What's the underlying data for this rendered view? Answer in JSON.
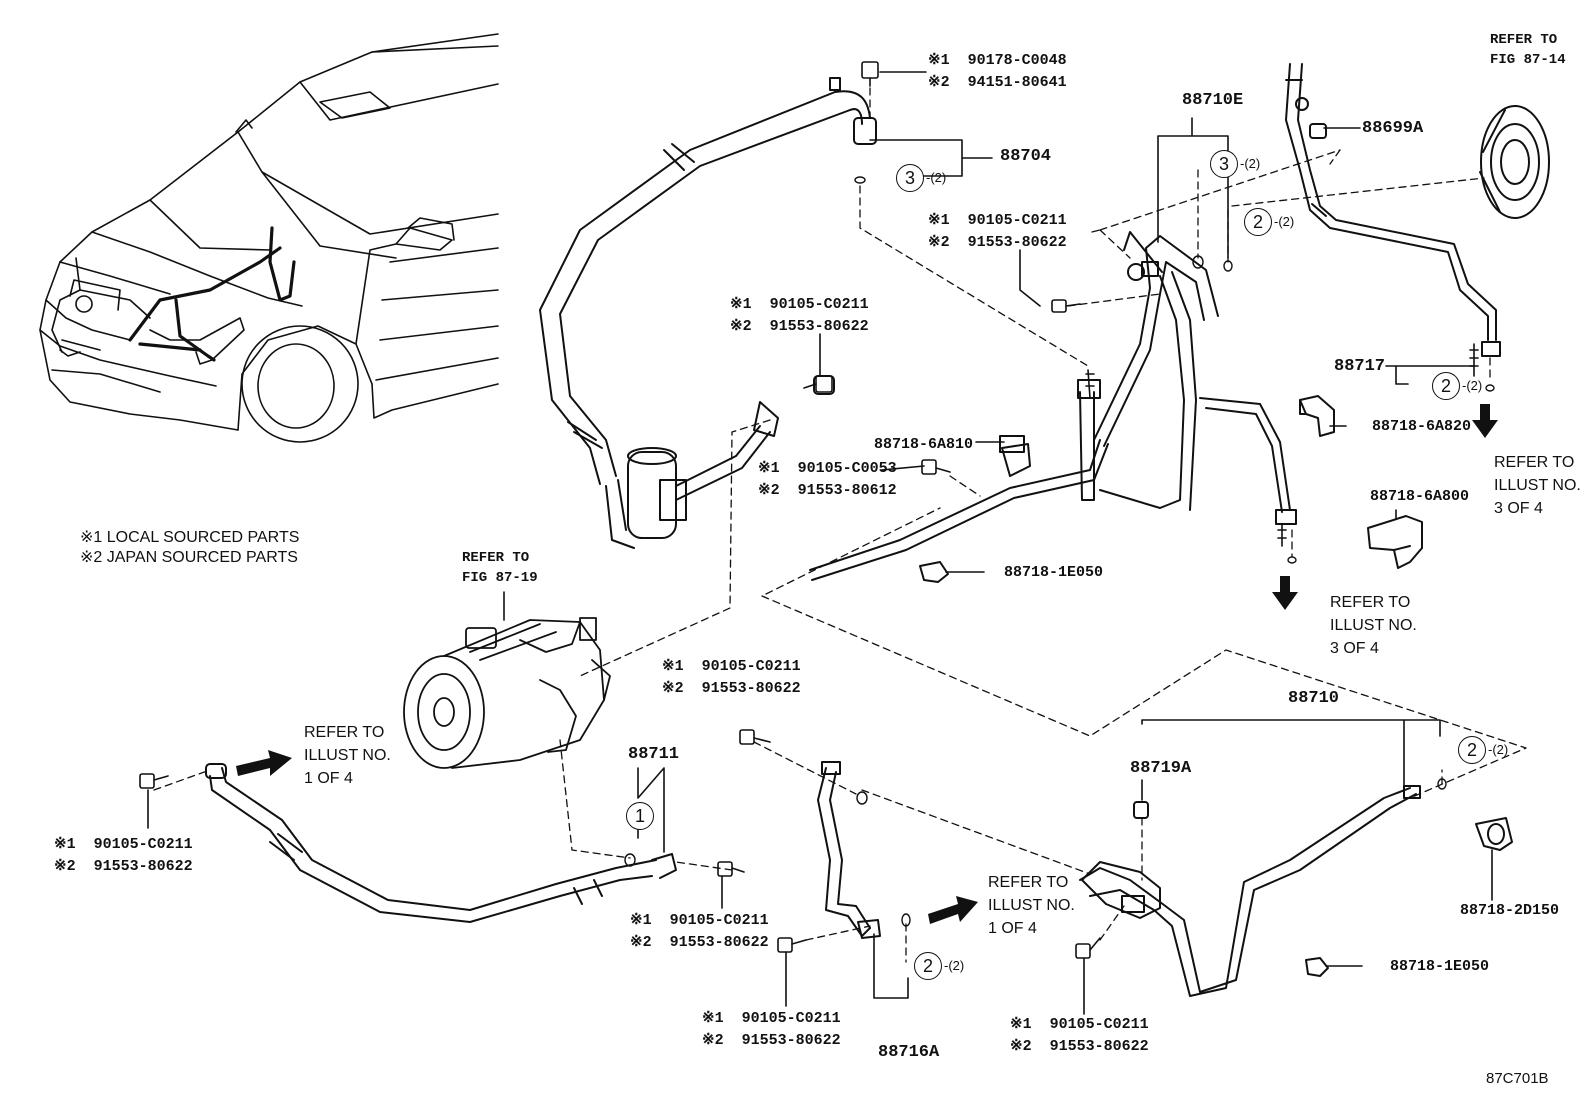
{
  "legend": {
    "local": "※1 LOCAL SOURCED PARTS",
    "japan": "※2 JAPAN SOURCED PARTS"
  },
  "refers": {
    "fig_87_14": [
      "REFER TO",
      "FIG 87-14"
    ],
    "fig_87_19": [
      "REFER TO",
      "FIG 87-19"
    ],
    "illust_3_right": [
      "REFER TO",
      "ILLUST NO.",
      "3 OF 4"
    ],
    "illust_3_mid": [
      "REFER TO",
      "ILLUST NO.",
      "3 OF 4"
    ],
    "illust_1_left": [
      "REFER TO",
      "ILLUST NO.",
      "1 OF 4"
    ],
    "illust_1_bottom": [
      "REFER TO",
      "ILLUST NO.",
      "1 OF 4"
    ]
  },
  "parts": {
    "p88704": "88704",
    "p88710E": "88710E",
    "p88699A": "88699A",
    "p88717": "88717",
    "p88718_6A820": "88718-6A820",
    "p88718_6A800": "88718-6A800",
    "p88718_6A810": "88718-6A810",
    "p88718_1E050_top": "88718-1E050",
    "p88718_1E050_bottom": "88718-1E050",
    "p88718_2D150": "88718-2D150",
    "p88710": "88710",
    "p88719A": "88719A",
    "p88711": "88711",
    "p88716A": "88716A"
  },
  "bolts": {
    "top_nut": [
      "※1  90178-C0048",
      "※2  94151-80641"
    ],
    "mid_top": [
      "※1  90105-C0211",
      "※2  91553-80622"
    ],
    "left_mid": [
      "※1  90105-C0211",
      "※2  91553-80622"
    ],
    "bracket": [
      "※1  90105-C0053",
      "※2  91553-80612"
    ],
    "center": [
      "※1  90105-C0211",
      "※2  91553-80622"
    ],
    "left_bottom": [
      "※1  90105-C0211",
      "※2  91553-80622"
    ],
    "p88711": [
      "※1  90105-C0211",
      "※2  91553-80622"
    ],
    "p88716A": [
      "※1  90105-C0211",
      "※2  91553-80622"
    ],
    "p88710": [
      "※1  90105-C0211",
      "※2  91553-80622"
    ]
  },
  "callouts": {
    "c1": "1",
    "c2": "2",
    "c3": "3",
    "qty2": "-(2)"
  },
  "illust_code": "87C701B"
}
